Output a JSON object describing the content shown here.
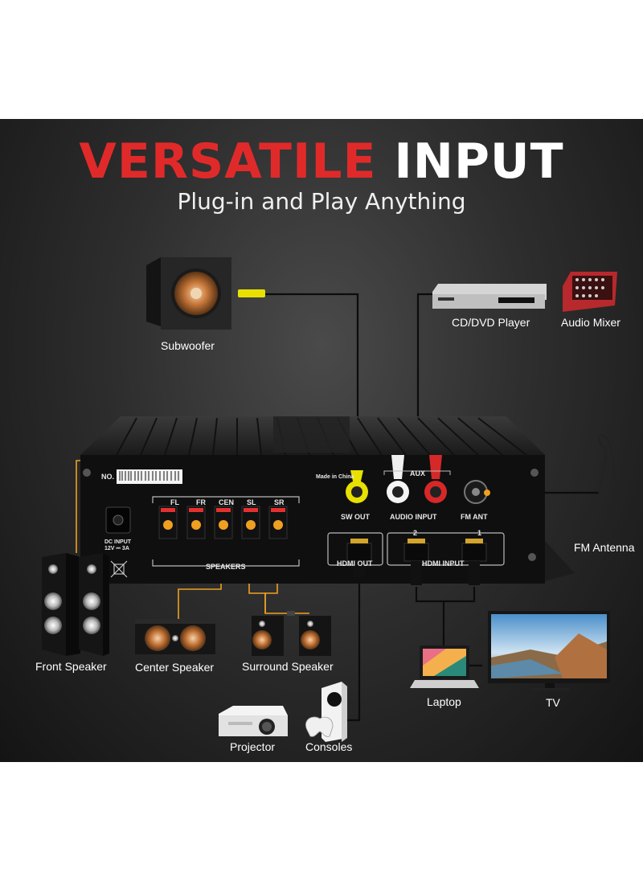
{
  "headline": {
    "word1": "VERSATILE",
    "word2": "INPUT",
    "subtitle": "Plug-in and Play Anything"
  },
  "colors": {
    "accent_red": "#e02a2a",
    "wire_orange": "#f0a020",
    "background": "#2e2e2e"
  },
  "devices": {
    "subwoofer": "Subwoofer",
    "cd_dvd_player": "CD/DVD Player",
    "audio_mixer": "Audio Mixer",
    "fm_antenna": "FM Antenna",
    "front_speaker": "Front Speaker",
    "center_speaker": "Center Speaker",
    "surround_speaker": "Surround Speaker",
    "laptop": "Laptop",
    "tv": "TV",
    "projector": "Projector",
    "consoles": "Consoles"
  },
  "amplifier": {
    "no_label": "NO.",
    "made_in": "Made in China",
    "aux": "AUX",
    "sw_out": "SW OUT",
    "audio_input": "AUDIO INPUT",
    "fm_ant": "FM ANT",
    "dc_input_line1": "DC INPUT",
    "dc_input_line2": "12V ⎓ 3A",
    "speakers": "SPEAKERS",
    "hdmi_out": "HDMI OUT",
    "hdmi_input": "HDMI INPUT",
    "hdmi_port_2": "2",
    "hdmi_port_1": "1",
    "channels": [
      "FL",
      "FR",
      "CEN",
      "SL",
      "SR"
    ]
  }
}
